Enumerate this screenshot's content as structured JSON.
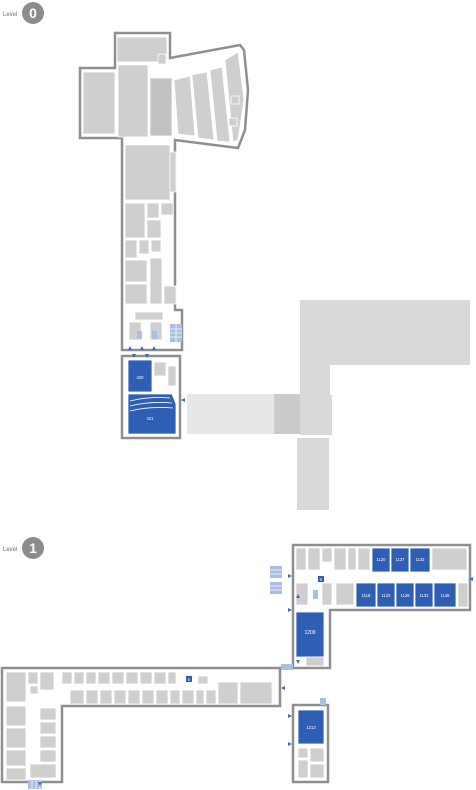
{
  "levels": [
    {
      "label": "Level",
      "number": "0"
    },
    {
      "label": "Level",
      "number": "1"
    }
  ],
  "rooms": {
    "r420": "420",
    "r421": "421",
    "r1120": "1120",
    "r1127": "1127",
    "r1133": "1133",
    "r1118": "1118",
    "r1122": "1122",
    "r1126": "1126",
    "r1132": "1132",
    "r1136": "1136",
    "r1209": "1209",
    "r1213": "1213"
  },
  "icons": {
    "restroom": "restroom-icon",
    "elevator": "elevator-icon",
    "stairs": "stairs-icon",
    "entrance": "entrance-arrow-icon"
  },
  "colors": {
    "highlight_room": "#2f5fb4",
    "room": "#cfcfcf",
    "wall": "#8f8f8f",
    "level_badge": "#8c8c8c"
  }
}
